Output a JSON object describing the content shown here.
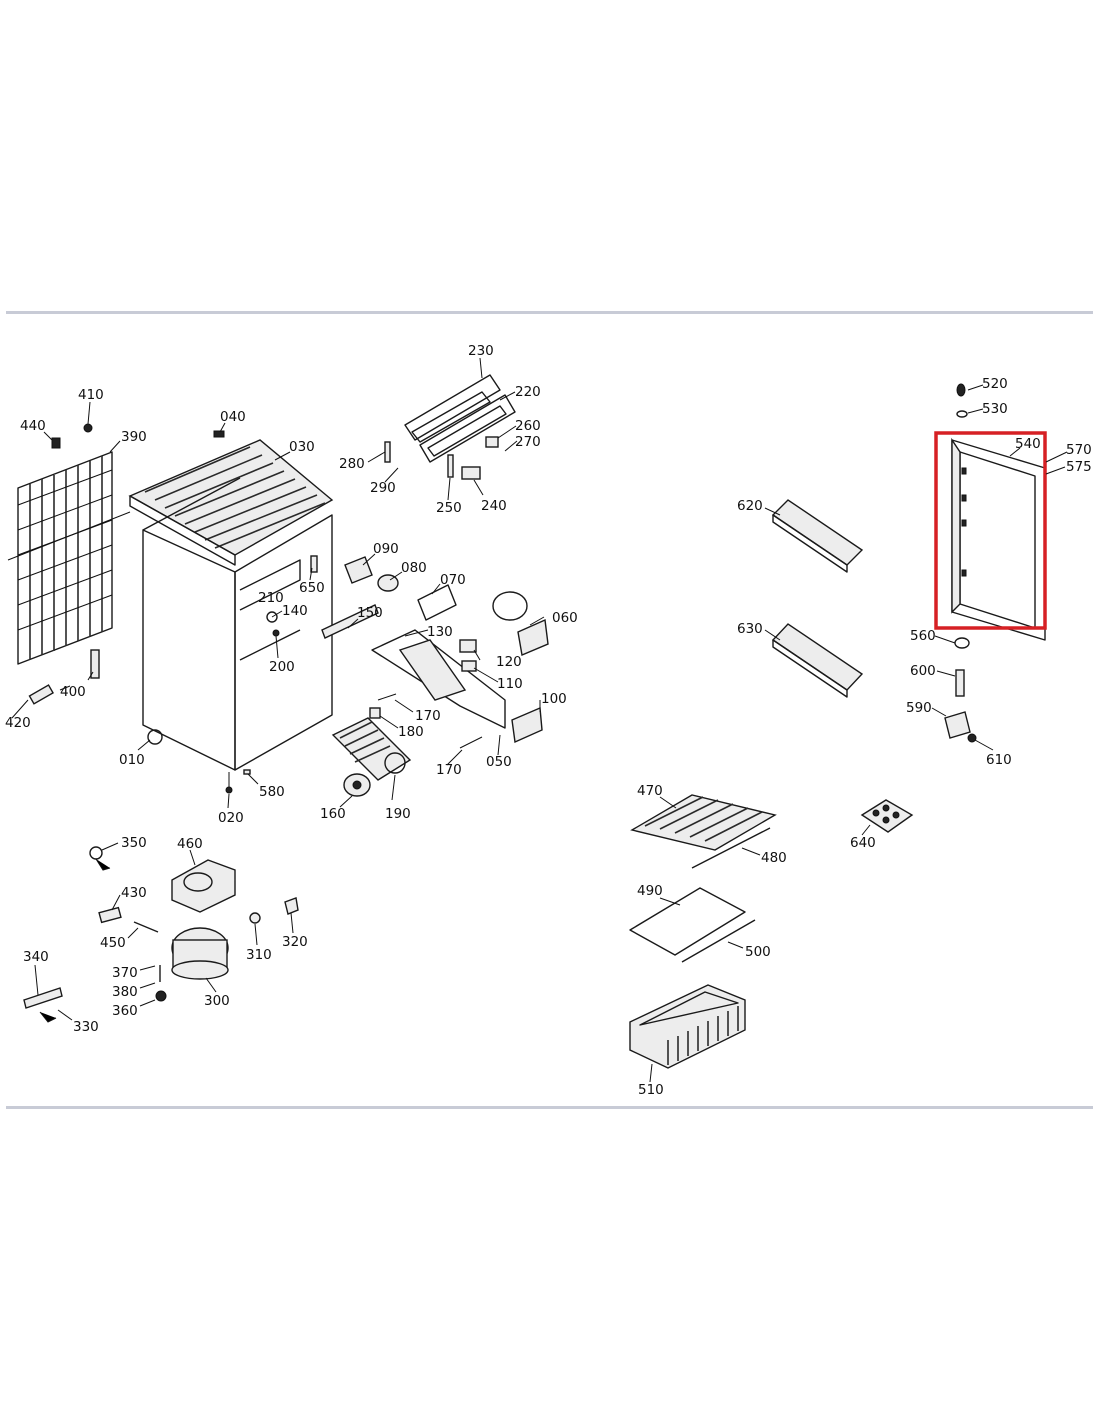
{
  "colors": {
    "highlight": "#d62024",
    "rule": "#c8cbd6"
  },
  "labels": {
    "p010": "010",
    "p020": "020",
    "p030": "030",
    "p040": "040",
    "p050": "050",
    "p060": "060",
    "p070": "070",
    "p080": "080",
    "p090": "090",
    "p100": "100",
    "p110": "110",
    "p120": "120",
    "p130": "130",
    "p140": "140",
    "p150": "150",
    "p160": "160",
    "p170a": "170",
    "p170b": "170",
    "p180": "180",
    "p190": "190",
    "p200": "200",
    "p210": "210",
    "p220": "220",
    "p230": "230",
    "p240": "240",
    "p250": "250",
    "p260": "260",
    "p270": "270",
    "p280": "280",
    "p290": "290",
    "p300": "300",
    "p310": "310",
    "p320": "320",
    "p330": "330",
    "p340": "340",
    "p350": "350",
    "p360": "360",
    "p370": "370",
    "p380": "380",
    "p390": "390",
    "p400": "400",
    "p410": "410",
    "p420": "420",
    "p430": "430",
    "p440": "440",
    "p450": "450",
    "p460": "460",
    "p470": "470",
    "p480": "480",
    "p490": "490",
    "p500": "500",
    "p510": "510",
    "p520": "520",
    "p530": "530",
    "p540": "540",
    "p560": "560",
    "p570": "570",
    "p575": "575",
    "p580": "580",
    "p590": "590",
    "p600": "600",
    "p610": "610",
    "p620": "620",
    "p630": "630",
    "p640": "640",
    "p650": "650"
  }
}
